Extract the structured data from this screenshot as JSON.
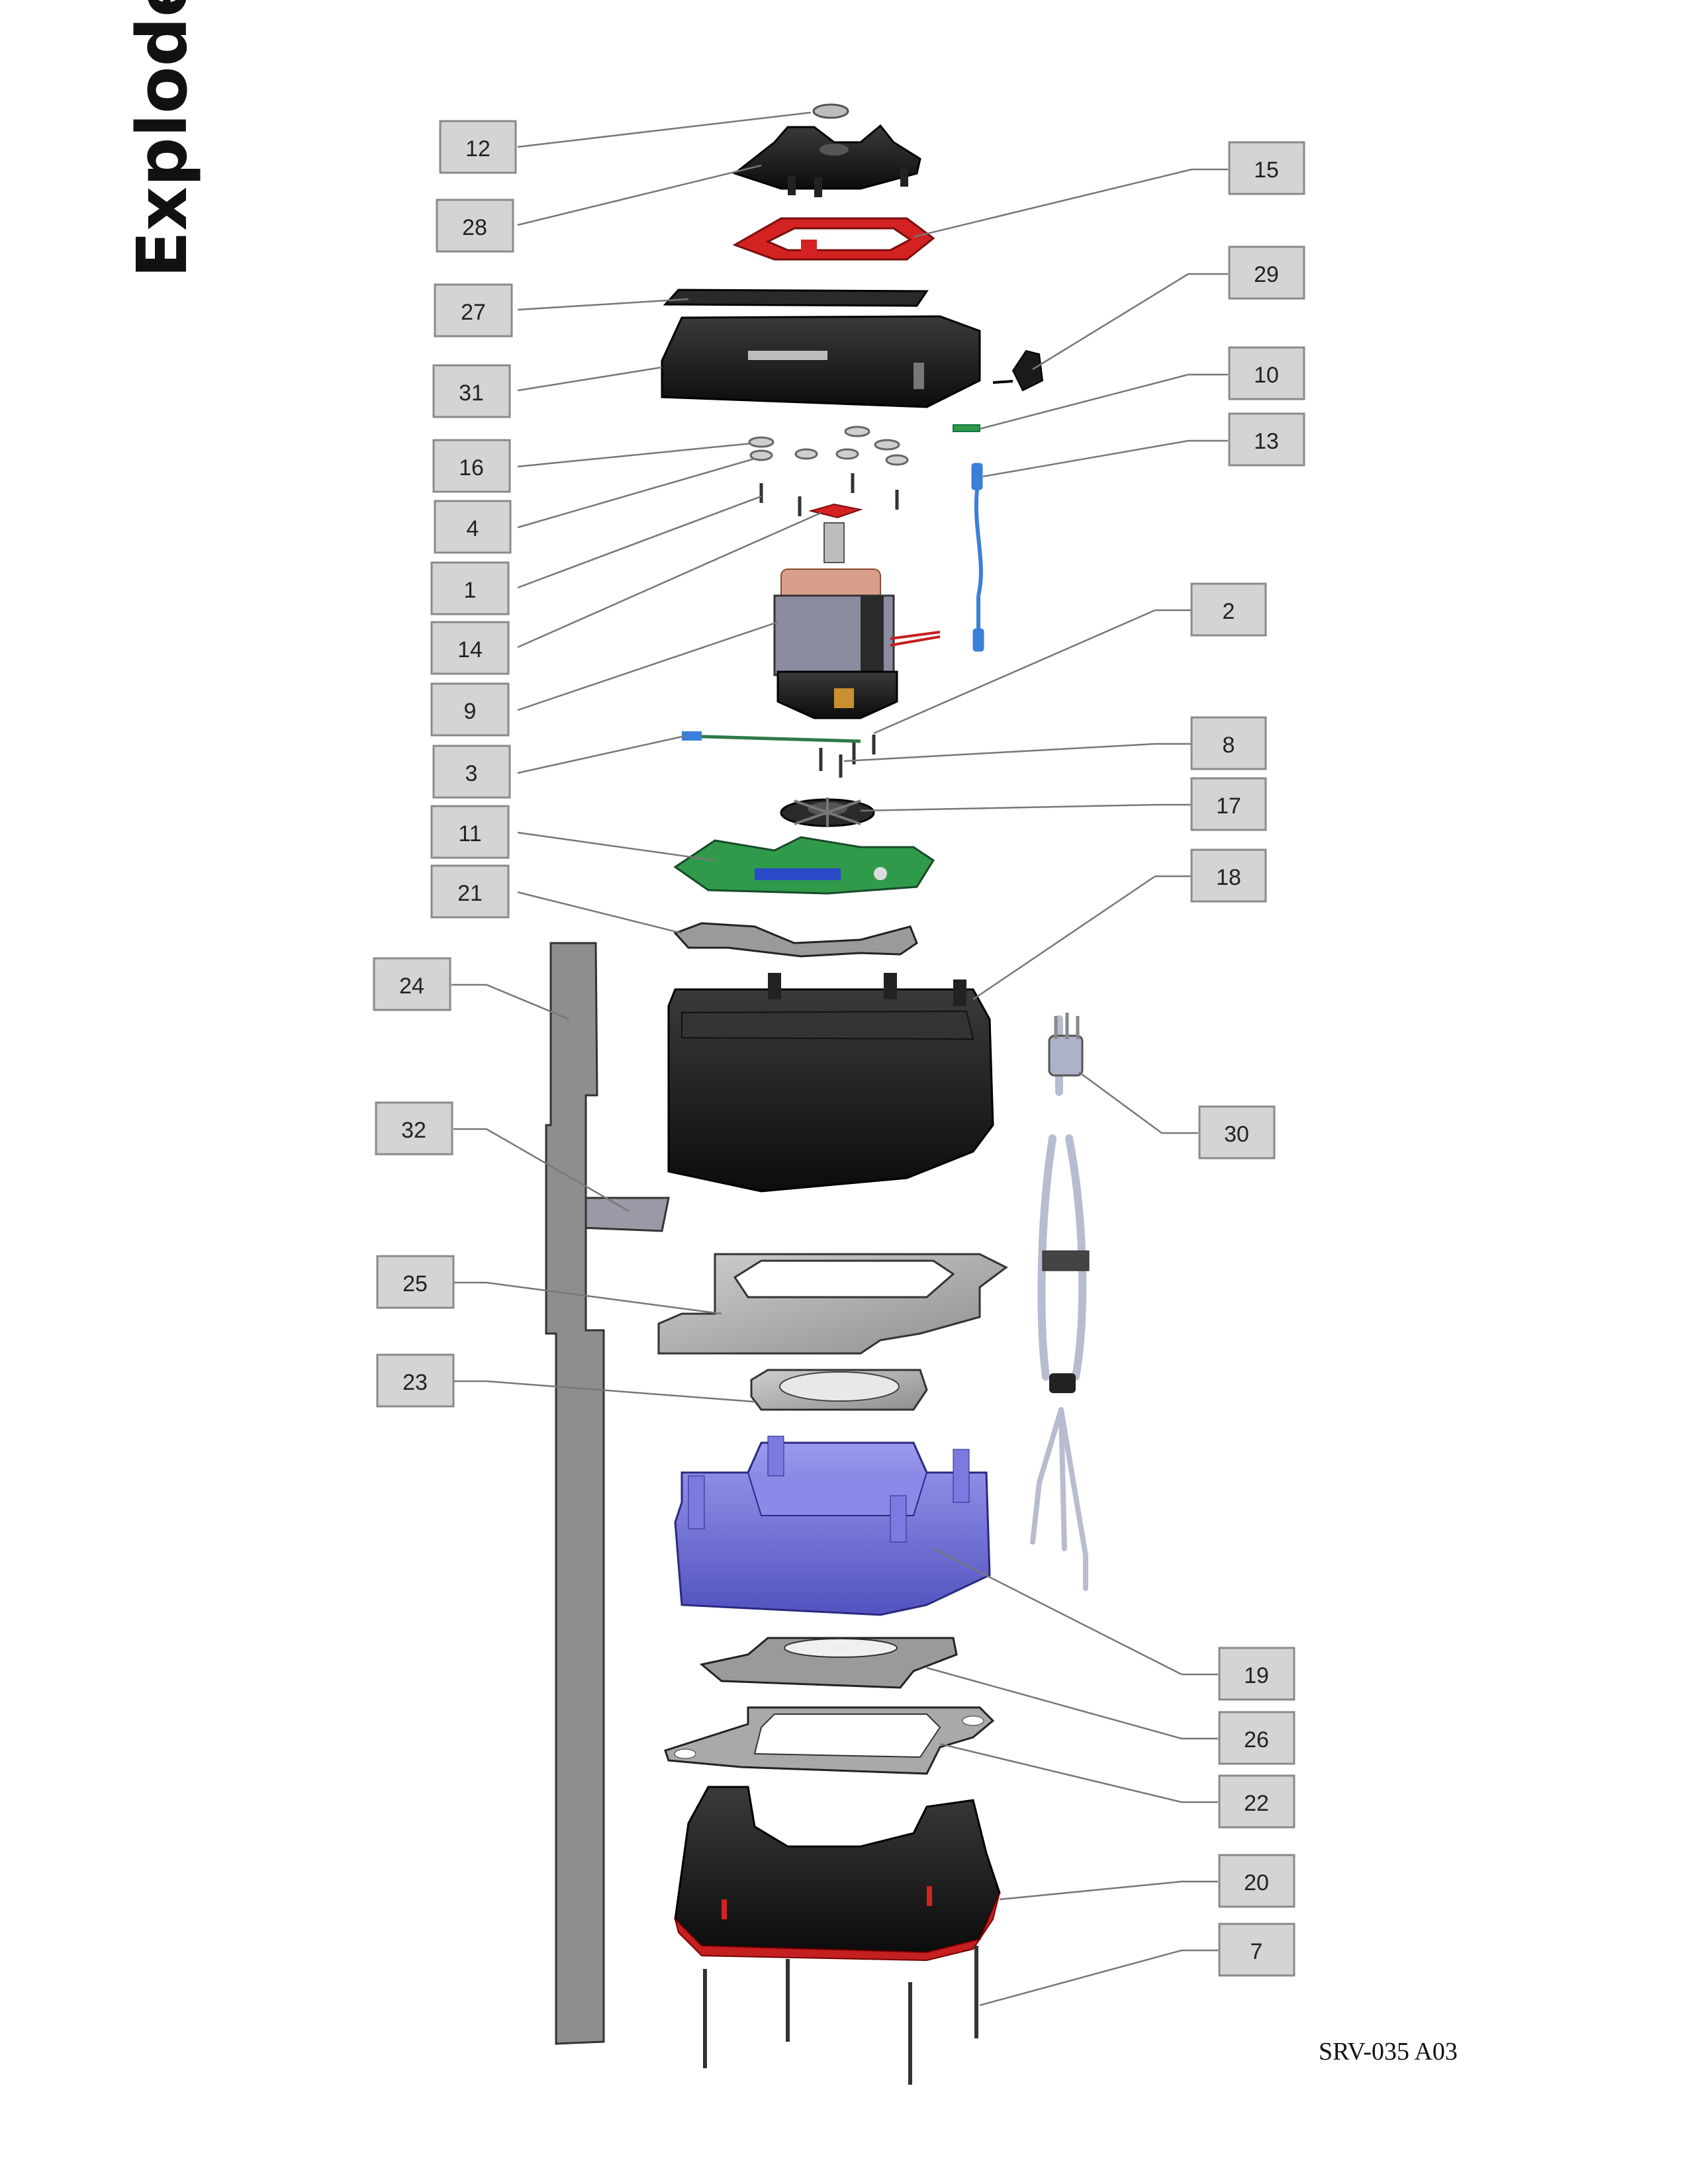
{
  "page": {
    "title": "Exploded View",
    "document_code": "SRV-035 A03"
  },
  "callouts": [
    "12",
    "28",
    "15",
    "27",
    "29",
    "31",
    "10",
    "16",
    "13",
    "4",
    "1",
    "14",
    "2",
    "9",
    "3",
    "8",
    "17",
    "11",
    "18",
    "21",
    "24",
    "32",
    "30",
    "25",
    "23",
    "19",
    "26",
    "22",
    "20",
    "7"
  ],
  "colors": {
    "callout_fill": "#d4d4d4",
    "callout_border": "#8a8a8a",
    "leader_line": "#777777",
    "housing_black": "#1c1c1c",
    "seal_red": "#d42222",
    "pcb_green": "#2f9a4a",
    "base_blue": "#6a6ad0",
    "gasket_gray": "#a9a9a9",
    "cable_blue": "#3a7fd8"
  }
}
